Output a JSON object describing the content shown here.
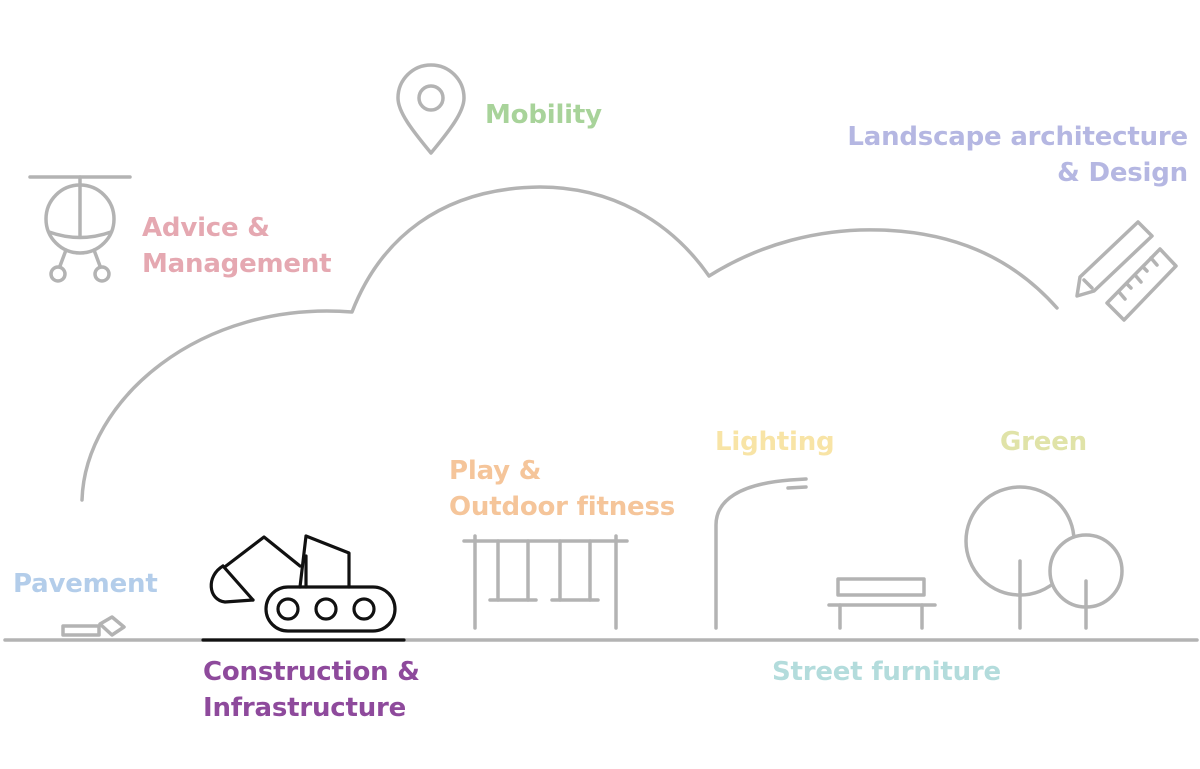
{
  "labels": {
    "advice": {
      "line1": "Advice &",
      "line2": "Management"
    },
    "mobility": {
      "text": "Mobility"
    },
    "landscape": {
      "line1": "Landscape architecture",
      "line2": "& Design"
    },
    "pavement": {
      "text": "Pavement"
    },
    "construction": {
      "line1": "Construction &",
      "line2": "Infrastructure"
    },
    "play": {
      "line1": "Play &",
      "line2": "Outdoor fitness"
    },
    "lighting": {
      "text": "Lighting"
    },
    "green": {
      "text": "Green"
    },
    "street_furniture": {
      "text": "Street furniture"
    }
  },
  "icons": {
    "advice": "helicopter-icon",
    "mobility": "map-pin-icon",
    "landscape": "pencil-ruler-icon",
    "pavement": "paving-stones-icon",
    "construction": "excavator-icon",
    "play": "swing-set-icon",
    "lighting": "street-lamp-icon",
    "street_furniture": "bench-icon",
    "green": "trees-icon"
  },
  "colors": {
    "line": "#b3b3b3",
    "active_icon": "#111111",
    "advice": "#e5a8b1",
    "mobility": "#a8d39a",
    "landscape": "#b5b7e2",
    "pavement": "#b3cdea",
    "construction": "#8e4a9c",
    "play": "#f5c59a",
    "lighting": "#f8e4a6",
    "green": "#e0e3a8",
    "street_furniture": "#b3dcdc"
  }
}
